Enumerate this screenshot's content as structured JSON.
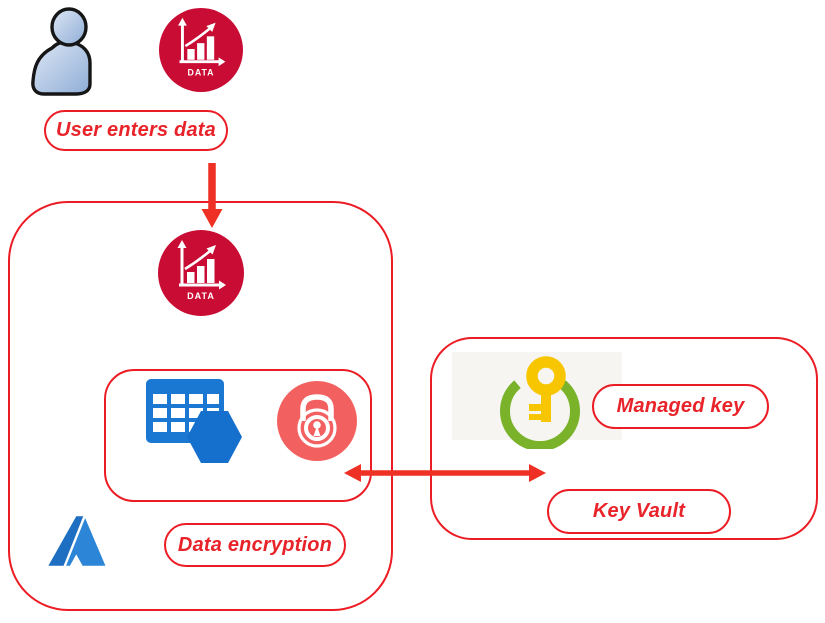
{
  "user_flow": {
    "user_label": "User enters data"
  },
  "azure_box": {
    "encryption_label": "Data encryption"
  },
  "key_vault_box": {
    "managed_key_label": "Managed key",
    "key_vault_label": "Key Vault"
  },
  "data_icon": {
    "label": "DATA"
  },
  "icons": {
    "user": "user-person-icon",
    "data_badge": "data-chart-icon",
    "table": "table-storage-icon",
    "lock": "encryption-lock-icon",
    "azure": "azure-logo-icon",
    "key_vault": "key-vault-key-icon",
    "down_arrow": "down-arrow-icon",
    "exchange_arrow": "double-headed-arrow-icon"
  },
  "colors": {
    "outline_red": "#ec1c24",
    "label_red": "#e8232a",
    "arrow_red": "#ee3124",
    "data_crimson": "#c90c33",
    "lock_coral": "#f26160",
    "table_blue": "#1a78d2",
    "hexagon_blue": "#1470cc",
    "azure_blue_dark": "#1e6ec2",
    "azure_blue_light": "#2c85d6",
    "key_green": "#7ab229",
    "key_yellow": "#f7c600"
  }
}
